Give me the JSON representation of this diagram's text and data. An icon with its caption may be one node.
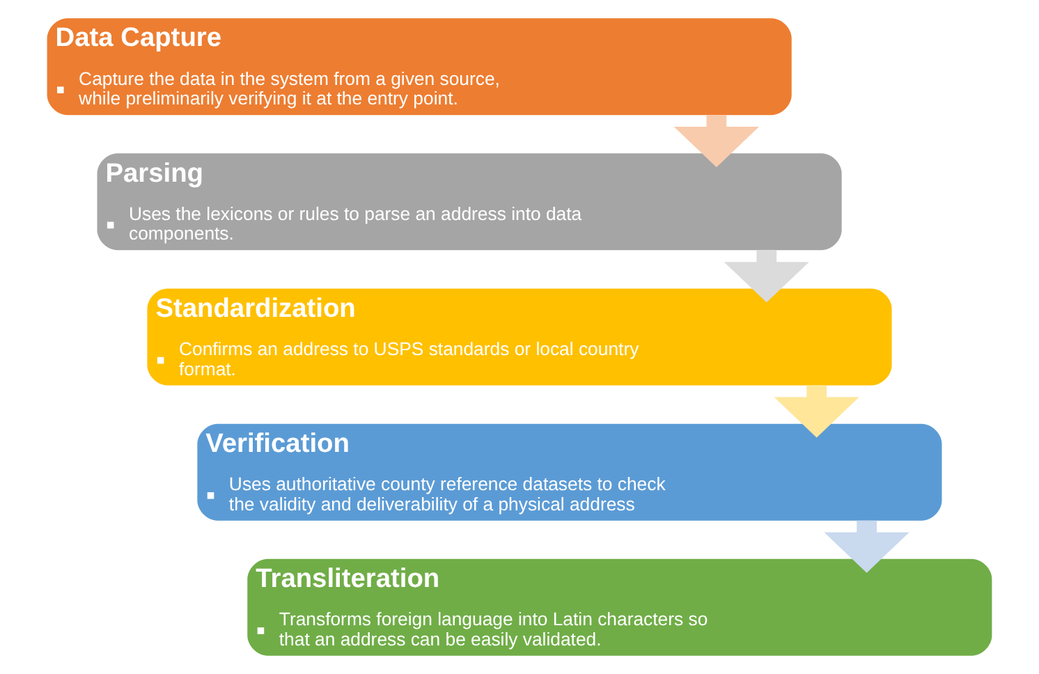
{
  "diagram": {
    "nodes": [
      {
        "text": [
          "Data Capture",
          "Capture the data in the system from a given source, while preliminarily verifying it at the entry point."
        ]
      },
      {
        "text": [
          "Parsing",
          "Uses the lexicons or rules to parse an address into data components."
        ]
      },
      {
        "text": [
          "Standardization",
          "Confirms an address to USPS standards or local country format."
        ]
      },
      {
        "text": [
          "Verification",
          "Uses authoritative county reference datasets to check the validity and deliverability of a physical address"
        ]
      },
      {
        "text": [
          "Transliteration",
          "Transforms foreign language into Latin characters so that an address can be easily validated."
        ]
      }
    ],
    "edges": [
      {
        "from": 0,
        "to": 1,
        "arrow": "to",
        "color": "#f8cbad"
      },
      {
        "from": 1,
        "to": 2,
        "arrow": "to",
        "color": "#dbdbdb"
      },
      {
        "from": 2,
        "to": 3,
        "arrow": "to",
        "color": "#ffe699"
      },
      {
        "from": 3,
        "to": 4,
        "arrow": "to",
        "color": "#c9d9ee"
      }
    ]
  }
}
